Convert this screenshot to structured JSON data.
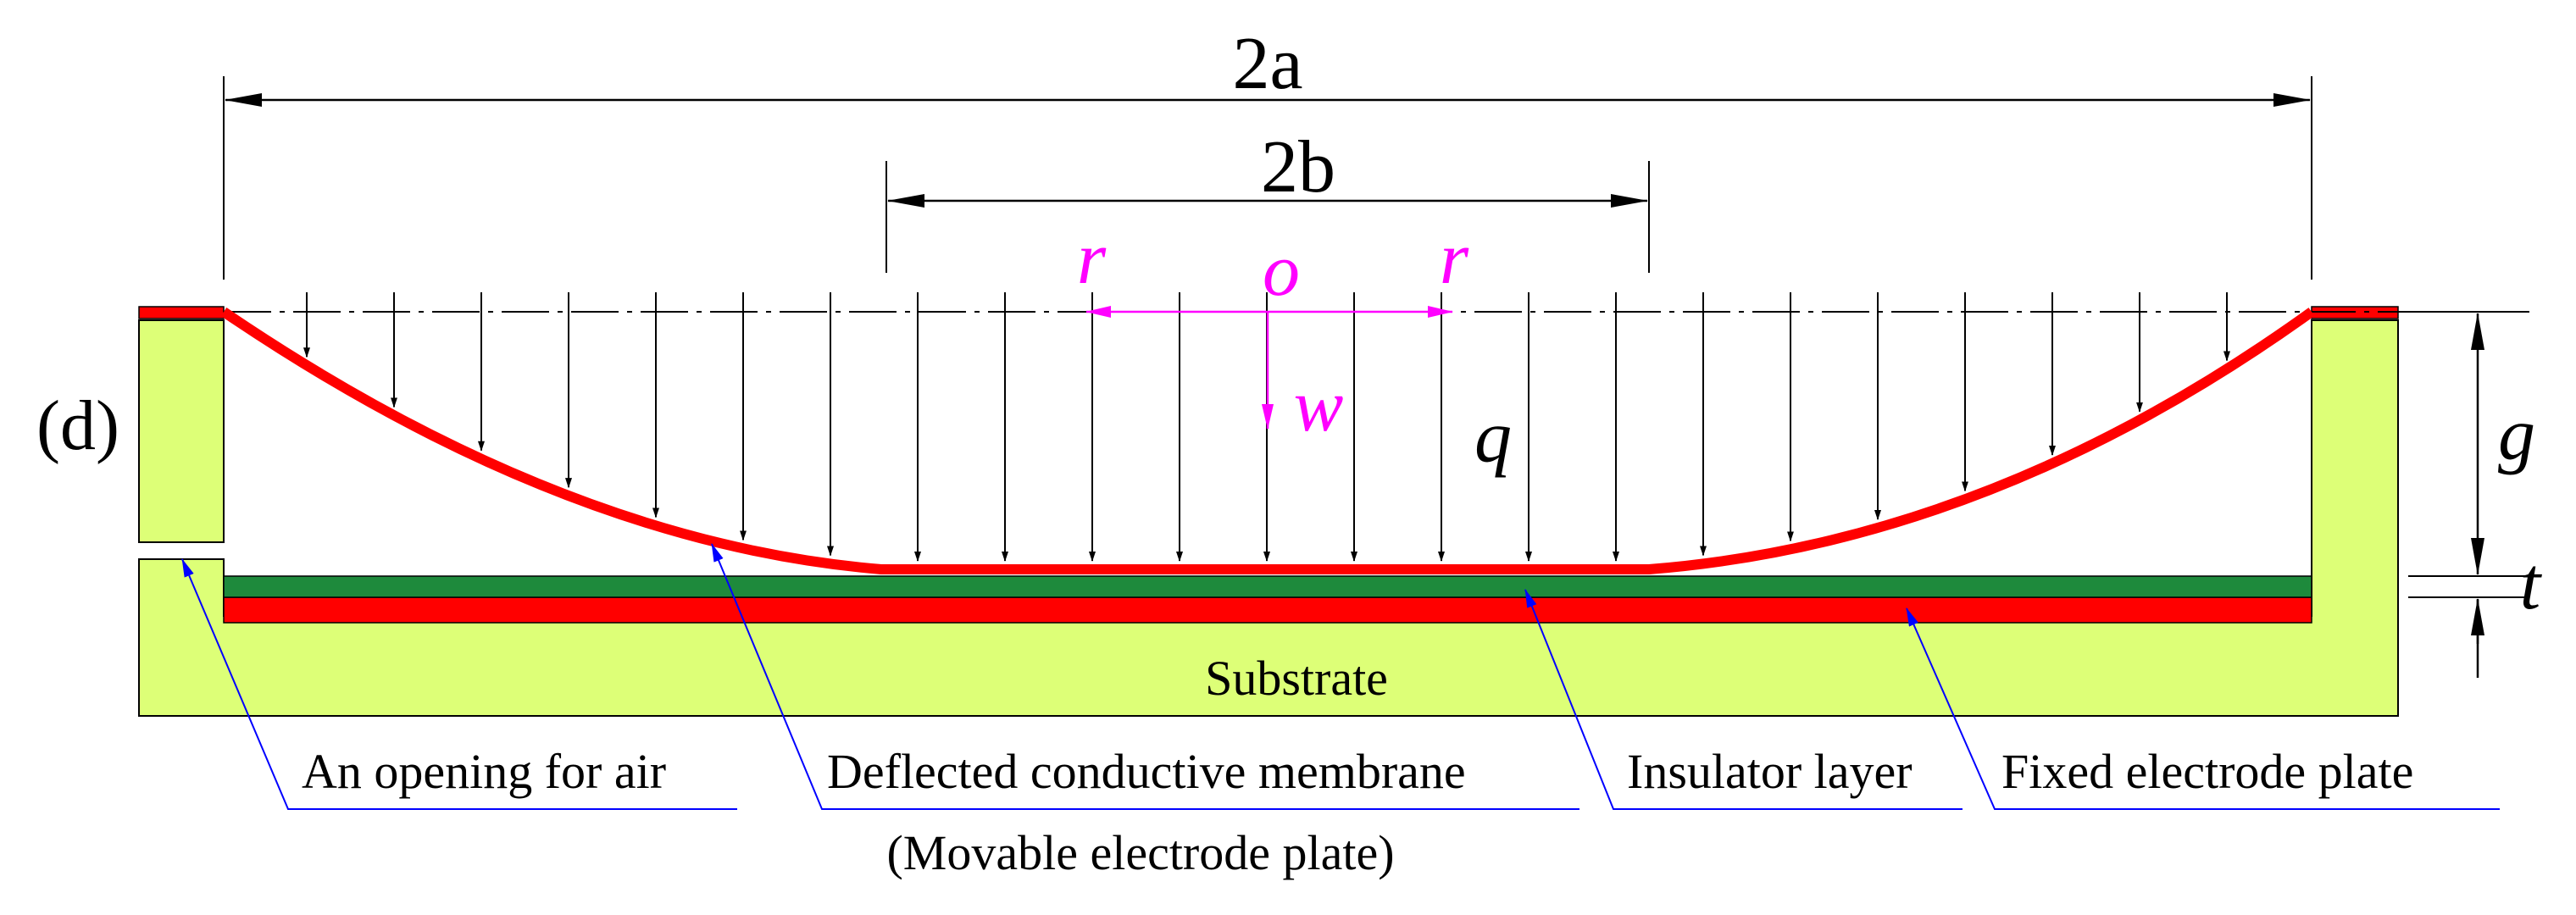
{
  "panel_label": "(d)",
  "dimensions": {
    "outer_width": "2a",
    "inner_width": "2b",
    "gap": "g",
    "thickness": "t"
  },
  "coordinates": {
    "origin": "o",
    "radial_left": "r",
    "radial_right": "r",
    "deflection": "w"
  },
  "load_label": "q",
  "labels": {
    "substrate": "Substrate",
    "opening": "An opening for air",
    "membrane_line1": "Deflected conductive membrane",
    "membrane_line2": "(Movable electrode plate)",
    "insulator": "Insulator layer",
    "fixed_plate": "Fixed electrode plate"
  },
  "colors": {
    "substrate": "#ddff77",
    "electrode": "#ff0000",
    "insulator": "#1e8a3c",
    "axes": "#ff00ff",
    "leader": "#0000ff"
  }
}
